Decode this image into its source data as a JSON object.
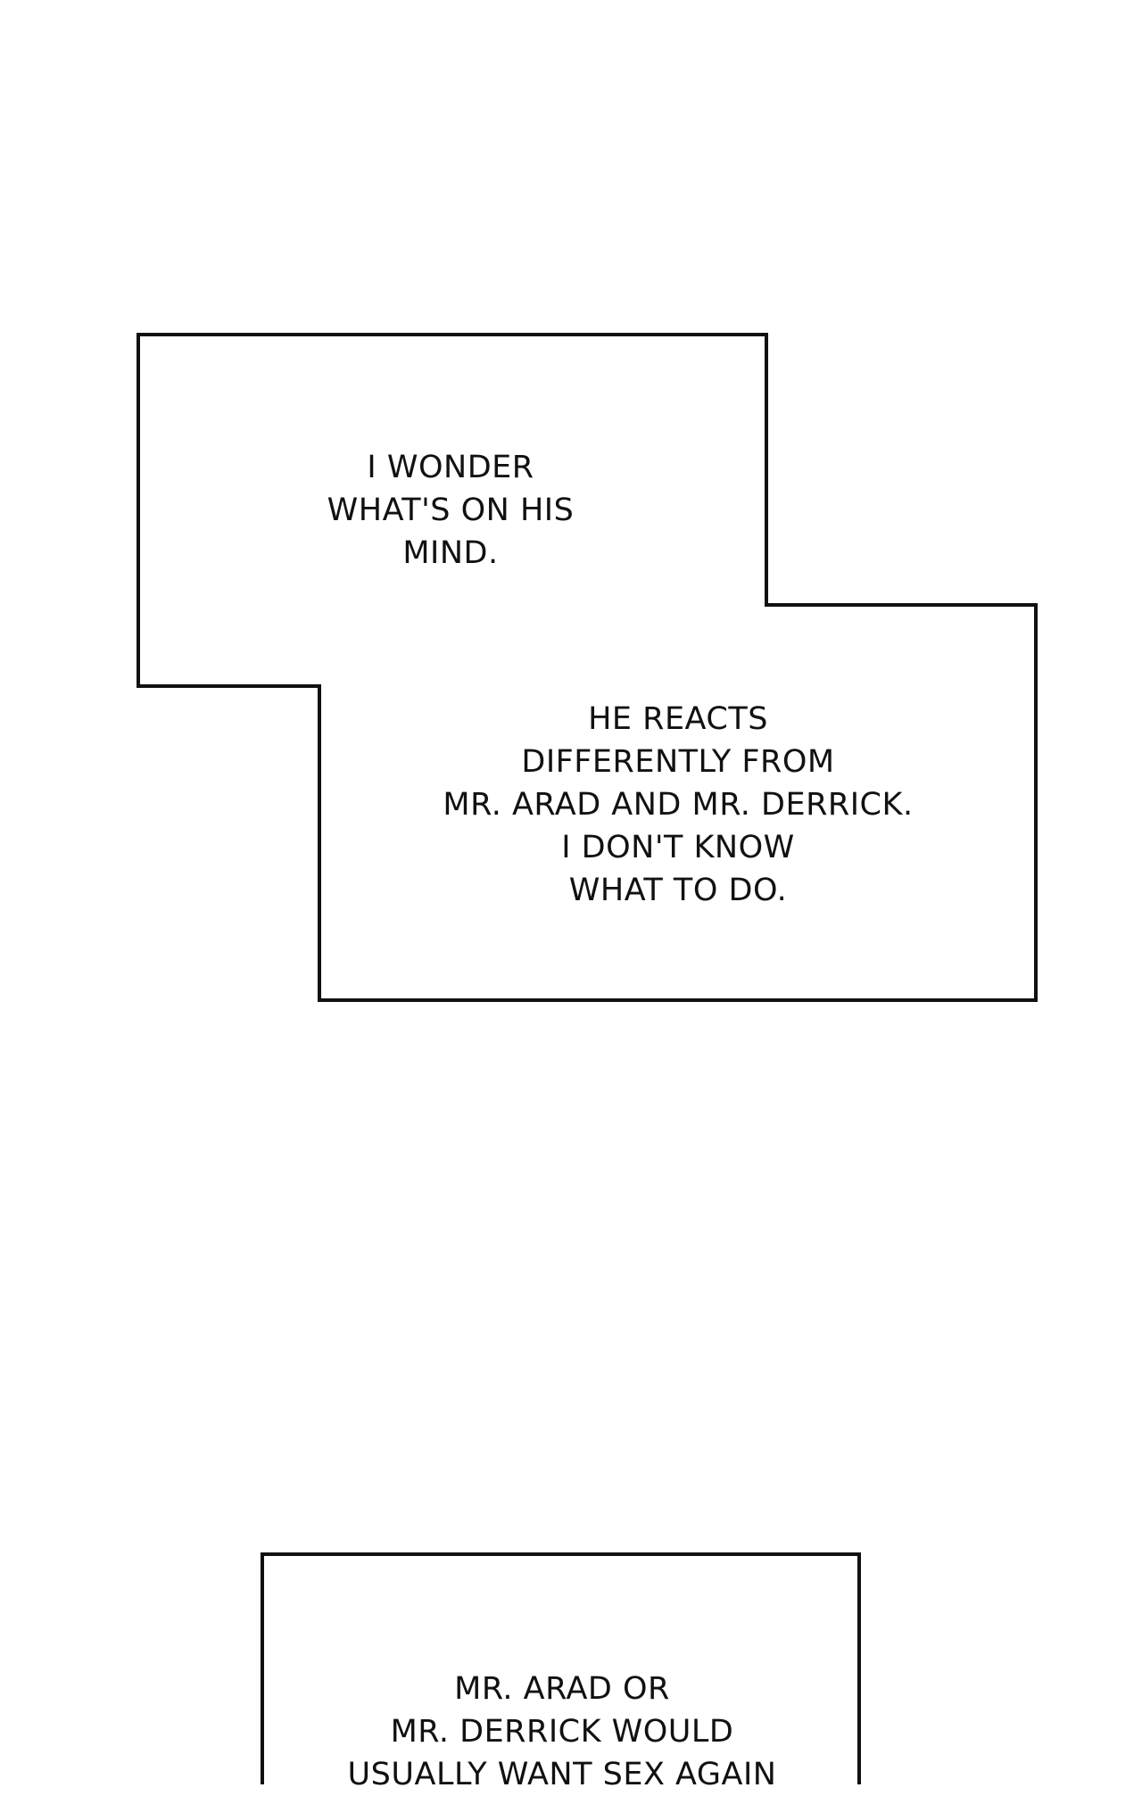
{
  "panels": [
    {
      "captions": [
        {
          "lines": [
            "I WONDER",
            "WHAT'S ON HIS",
            "MIND."
          ]
        },
        {
          "lines": [
            "HE REACTS",
            "DIFFERENTLY FROM",
            "MR. ARAD AND MR. DERRICK.",
            "I DON'T KNOW",
            "WHAT TO DO."
          ]
        }
      ]
    },
    {
      "captions": [
        {
          "lines": [
            "MR. ARAD OR",
            "MR. DERRICK WOULD",
            "USUALLY WANT SEX AGAIN"
          ]
        }
      ]
    }
  ],
  "colors": {
    "background": "#ffffff",
    "border": "#111111",
    "text": "#111111"
  }
}
